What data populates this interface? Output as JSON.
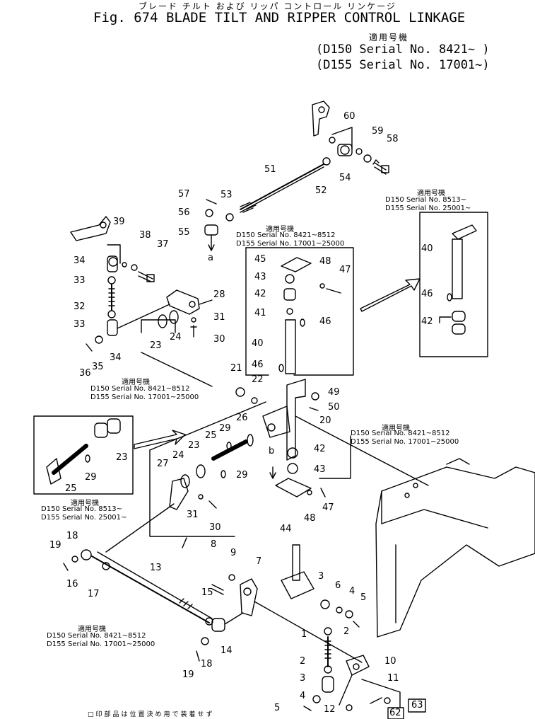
{
  "header": {
    "japanese_title": "ブレード チルト および リッパ コントロール リンケージ",
    "title": "Fig. 674 BLADE TILT  AND  RIPPER CONTROL LINKAGE",
    "applicable_label": "適用号機",
    "serial_lines": [
      "(D150 Serial No. 8421~ )",
      "(D155 Serial No. 17001~)"
    ]
  },
  "notes": {
    "right_top": {
      "label": "適用号機",
      "lines": [
        "D150   Serial No. 8513~",
        "D155   Serial No. 25001~"
      ]
    },
    "center_box": {
      "label": "適用号機",
      "lines": [
        "D150   Serial No. 8421~8512",
        "D155   Serial No. 17001~25000"
      ]
    },
    "left_mid": {
      "label": "適用号機",
      "lines": [
        "D150   Serial No. 8421~8512",
        "D155   Serial No. 17001~25000"
      ]
    },
    "right_mid": {
      "label": "適用号機",
      "lines": [
        "D150   Serial No. 8421~8512",
        "D155   Serial No. 17001~25000"
      ]
    },
    "left_lower": {
      "label": "適用号機",
      "lines": [
        "D150   Serial No. 8513~",
        "D155   Serial No. 25001~"
      ]
    },
    "bottom_left": {
      "label": "適用号機",
      "lines": [
        "D150   Serial No. 8421~8512",
        "D155   Serial No. 17001~25000"
      ]
    }
  },
  "footer_note": "□印部品は位置決め用で装着せず",
  "callouts": [
    {
      "t": "60"
    },
    {
      "t": "59"
    },
    {
      "t": "58"
    },
    {
      "t": "51"
    },
    {
      "t": "54"
    },
    {
      "t": "52"
    },
    {
      "t": "57"
    },
    {
      "t": "53"
    },
    {
      "t": "56"
    },
    {
      "t": "55"
    },
    {
      "t": "a"
    },
    {
      "t": "39"
    },
    {
      "t": "38"
    },
    {
      "t": "37"
    },
    {
      "t": "34"
    },
    {
      "t": "33"
    },
    {
      "t": "32"
    },
    {
      "t": "33"
    },
    {
      "t": "34"
    },
    {
      "t": "35"
    },
    {
      "t": "36"
    },
    {
      "t": "28"
    },
    {
      "t": "31"
    },
    {
      "t": "30"
    },
    {
      "t": "24"
    },
    {
      "t": "23"
    },
    {
      "t": "45"
    },
    {
      "t": "48"
    },
    {
      "t": "47"
    },
    {
      "t": "43"
    },
    {
      "t": "42"
    },
    {
      "t": "41"
    },
    {
      "t": "46"
    },
    {
      "t": "40"
    },
    {
      "t": "46"
    },
    {
      "t": "40"
    },
    {
      "t": "46"
    },
    {
      "t": "42"
    },
    {
      "t": "21"
    },
    {
      "t": "22"
    },
    {
      "t": "49"
    },
    {
      "t": "50"
    },
    {
      "t": "20"
    },
    {
      "t": "26"
    },
    {
      "t": "29"
    },
    {
      "t": "25"
    },
    {
      "t": "23"
    },
    {
      "t": "24"
    },
    {
      "t": "27"
    },
    {
      "t": "29"
    },
    {
      "t": "31"
    },
    {
      "t": "30"
    },
    {
      "t": "23"
    },
    {
      "t": "29"
    },
    {
      "t": "25"
    },
    {
      "t": "b"
    },
    {
      "t": "42"
    },
    {
      "t": "43"
    },
    {
      "t": "44"
    },
    {
      "t": "48"
    },
    {
      "t": "47"
    },
    {
      "t": "18"
    },
    {
      "t": "19"
    },
    {
      "t": "16"
    },
    {
      "t": "17"
    },
    {
      "t": "13"
    },
    {
      "t": "8"
    },
    {
      "t": "9"
    },
    {
      "t": "7"
    },
    {
      "t": "15"
    },
    {
      "t": "14"
    },
    {
      "t": "18"
    },
    {
      "t": "19"
    },
    {
      "t": "3"
    },
    {
      "t": "6"
    },
    {
      "t": "4"
    },
    {
      "t": "5"
    },
    {
      "t": "2"
    },
    {
      "t": "1"
    },
    {
      "t": "10"
    },
    {
      "t": "2"
    },
    {
      "t": "11"
    },
    {
      "t": "3"
    },
    {
      "t": "4"
    },
    {
      "t": "5"
    },
    {
      "t": "12"
    },
    {
      "t": "62"
    },
    {
      "t": "63"
    }
  ],
  "colors": {
    "ink": "#000000",
    "paper": "#ffffff"
  }
}
